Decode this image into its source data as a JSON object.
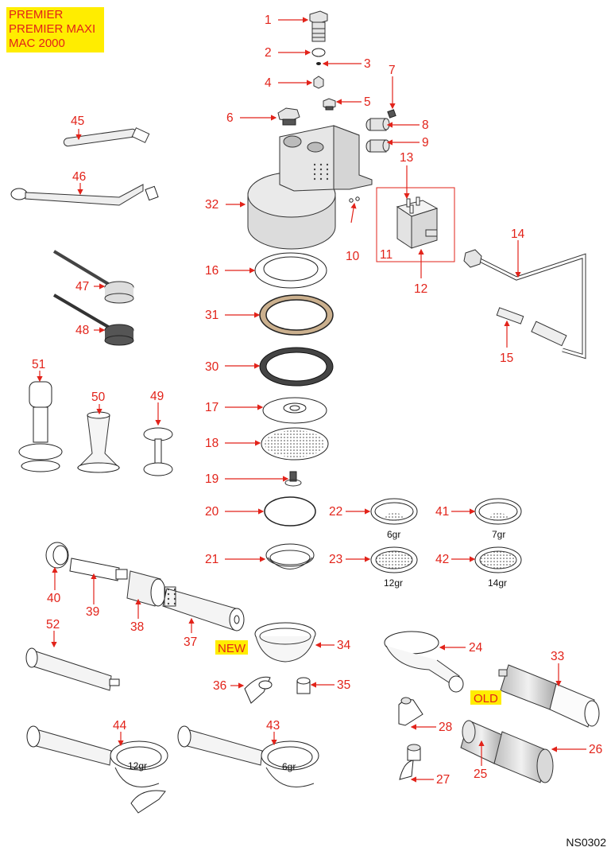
{
  "header": {
    "models": [
      "PREMIER",
      "PREMIER MAXI",
      "MAC 2000"
    ],
    "highlight_color": "#ffed00",
    "callout_color": "#e2231a"
  },
  "footer": {
    "document_code": "NS0302"
  },
  "tags": {
    "new": "NEW",
    "old": "OLD"
  },
  "callouts": {
    "p1": "1",
    "p2": "2",
    "p3": "3",
    "p4": "4",
    "p5": "5",
    "p6": "6",
    "p7": "7",
    "p8": "8",
    "p9": "9",
    "p10": "10",
    "p11": "11",
    "p12": "12",
    "p13": "13",
    "p14": "14",
    "p15": "15",
    "p16": "16",
    "p17": "17",
    "p18": "18",
    "p19": "19",
    "p20": "20",
    "p21": "21",
    "p22": "22",
    "p23": "23",
    "p24": "24",
    "p25": "25",
    "p26": "26",
    "p27": "27",
    "p28": "28",
    "p30": "30",
    "p31": "31",
    "p32": "32",
    "p33": "33",
    "p34": "34",
    "p35": "35",
    "p36": "36",
    "p37": "37",
    "p38": "38",
    "p39": "39",
    "p40": "40",
    "p41": "41",
    "p42": "42",
    "p43": "43",
    "p44": "44",
    "p45": "45",
    "p46": "46",
    "p47": "47",
    "p48": "48",
    "p49": "49",
    "p50": "50",
    "p51": "51",
    "p52": "52"
  },
  "captions": {
    "filter22": "6gr",
    "filter41": "7gr",
    "filter23": "12gr",
    "filter42": "14gr",
    "holder44": "12gr",
    "holder43": "6gr"
  }
}
